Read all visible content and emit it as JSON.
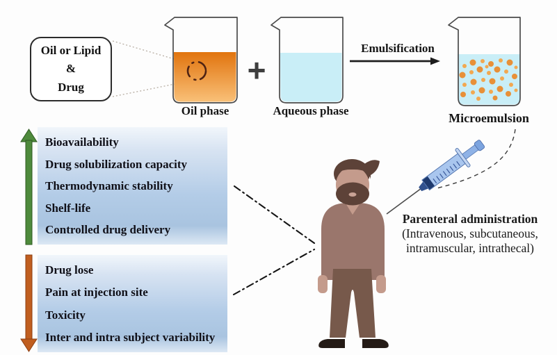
{
  "colors": {
    "oil-top": "#e1740e",
    "oil-bottom": "#f9c078",
    "oil-symbol": "#4f2313",
    "aqueous": "#c9eef7",
    "droplet": "#f2a851",
    "droplet-dark": "#e89038",
    "outline": "#4a4a4a",
    "plus": "#3e3e3e",
    "faint-link": "#b6aca1",
    "panel-light": "#f1f6fb",
    "panel-blue": "#b3cce7",
    "green-arrow": "#4e8a3c",
    "green-arrow-edge": "#2e5a22",
    "orange-arrow": "#c05e20",
    "orange-arrow-edge": "#8c3f12",
    "skin": "#c49b8c",
    "hair": "#5d4238",
    "mouth": "#c9a396",
    "shirt": "#9a766c",
    "pants": "#77594b",
    "shoe": "#241b16"
  },
  "process": {
    "ingredient_box": {
      "line1": "Oil or Lipid",
      "line2": "&",
      "line3": "Drug"
    },
    "oil_label": "Oil phase",
    "plus_sign": "+",
    "aqueous_label": "Aqueous phase",
    "step_label": "Emulsification",
    "product_label": "Microemulsion"
  },
  "advantages": {
    "items": [
      "Bioavailability",
      "Drug solubilization capacity",
      "Thermodynamic stability",
      "Shelf-life",
      "Controlled drug delivery"
    ]
  },
  "disadvantages": {
    "items": [
      "Drug lose",
      "Pain at injection site",
      "Toxicity",
      "Inter and intra subject variability"
    ]
  },
  "administration": {
    "title": "Parenteral administration",
    "subtitle_line1": "(Intravenous, subcutaneous,",
    "subtitle_line2": "intramuscular, intrathecal)"
  }
}
